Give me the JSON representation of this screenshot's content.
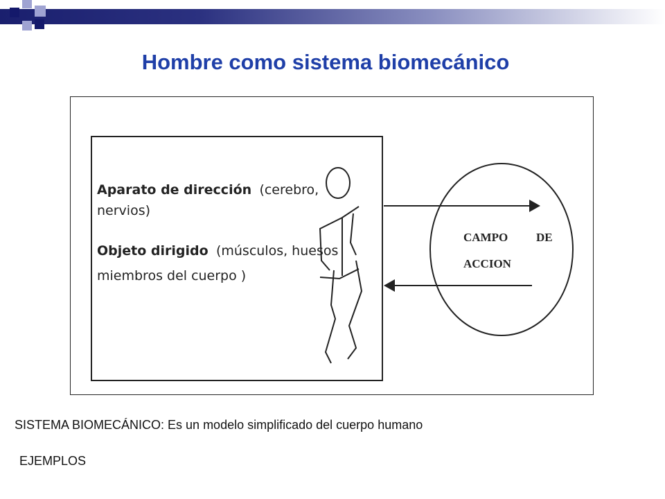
{
  "slide": {
    "title": "Hombre como sistema biomecánico",
    "caption": "SISTEMA BIOMECÁNICO:  Es un modelo simplificado del cuerpo humano",
    "examples_label": "EJEMPLOS"
  },
  "diagram": {
    "aparato_bold": "Aparato de dirección",
    "aparato_detail": "(cerebro,",
    "aparato_detail_2": "nervios)",
    "objeto_bold": "Objeto dirigido",
    "objeto_detail": "(músculos, huesos",
    "objeto_detail_2": "miembros del cuerpo )",
    "campo_line1_a": "CAMPO",
    "campo_line1_b": "DE",
    "campo_line2": "ACCION"
  },
  "theme": {
    "accent_dark": "#14196b",
    "accent_light": "#9fa3d2",
    "title_color": "#1f3fa8"
  }
}
